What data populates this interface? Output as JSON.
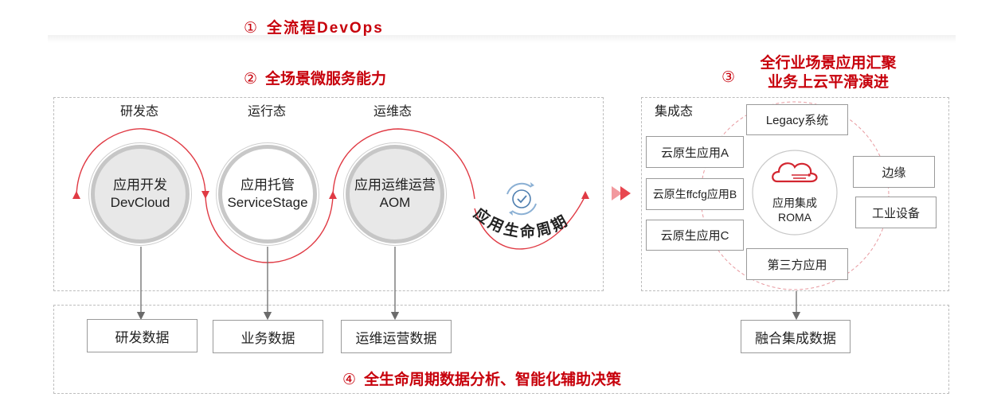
{
  "headers": {
    "devops": {
      "num": "①",
      "text": "全流程DevOps"
    },
    "microservice": {
      "num": "②",
      "text": "全场景微服务能力"
    },
    "industry": {
      "num": "③",
      "line1": "全行业场景应用汇聚",
      "line2": "业务上云平滑演进"
    },
    "lifecycle_analysis": {
      "num": "④",
      "text": "全生命周期数据分析、智能化辅助决策"
    }
  },
  "states": {
    "dev": "研发态",
    "run": "运行态",
    "ops": "运维态",
    "integration": "集成态"
  },
  "circles": {
    "devcloud": {
      "line1": "应用开发",
      "line2": "DevCloud"
    },
    "servicestage": {
      "line1": "应用托管",
      "line2": "ServiceStage"
    },
    "aom": {
      "line1": "应用运维运营",
      "line2": "AOM"
    }
  },
  "lifecycle_label": "应用生命周期",
  "integration": {
    "center": {
      "line1": "应用集成",
      "line2": "ROMA"
    },
    "legacy": "Legacy系统",
    "cloud_a": "云原生应用A",
    "cloud_b": "云原生ffcfg应用B",
    "cloud_c": "云原生应用C",
    "third_party": "第三方应用",
    "edge": "边缘",
    "industrial": "工业设备"
  },
  "data_boxes": {
    "rd": "研发数据",
    "business": "业务数据",
    "ops": "运维运营数据",
    "fusion": "融合集成数据"
  },
  "colors": {
    "accent": "#c7000b",
    "border": "#9a9a9a",
    "dashed": "#bdbdbd",
    "circle_fill": "#e8e8e8"
  },
  "icons": [
    "lifecycle-cycle-icon",
    "roma-cloud-icon",
    "double-arrow-icon"
  ]
}
